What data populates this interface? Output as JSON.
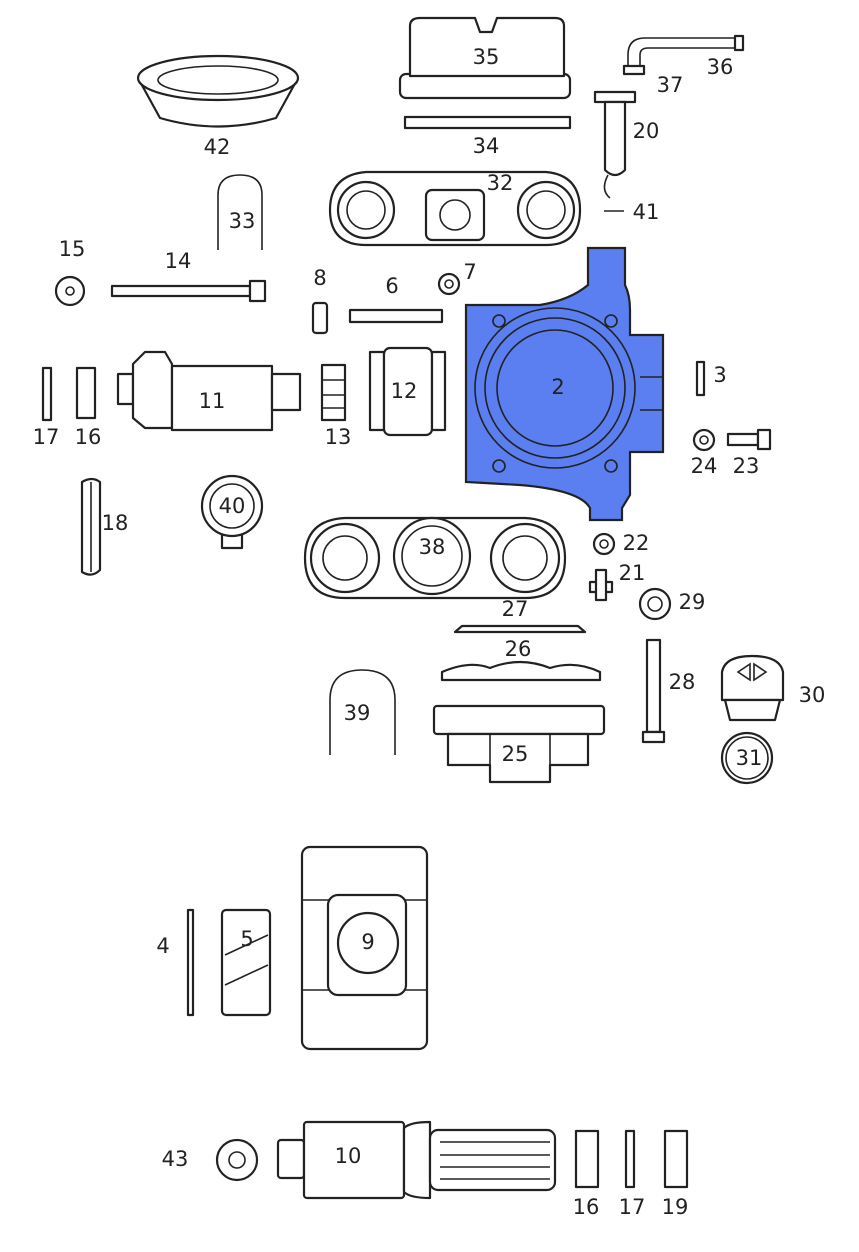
{
  "highlight_color": "#5b7ff0",
  "parts": {
    "p2": "2",
    "p3": "3",
    "p4": "4",
    "p5": "5",
    "p6": "6",
    "p7": "7",
    "p8": "8",
    "p9": "9",
    "p10": "10",
    "p11": "11",
    "p12": "12",
    "p13": "13",
    "p14": "14",
    "p15": "15",
    "p16a": "16",
    "p16b": "16",
    "p17a": "17",
    "p17b": "17",
    "p18": "18",
    "p19": "19",
    "p20": "20",
    "p21": "21",
    "p22": "22",
    "p23": "23",
    "p24": "24",
    "p25": "25",
    "p26": "26",
    "p27": "27",
    "p28": "28",
    "p29": "29",
    "p30": "30",
    "p31": "31",
    "p32": "32",
    "p33": "33",
    "p34": "34",
    "p35": "35",
    "p36": "36",
    "p37": "37",
    "p38": "38",
    "p39": "39",
    "p40": "40",
    "p41": "41",
    "p42": "42",
    "p43": "43"
  }
}
